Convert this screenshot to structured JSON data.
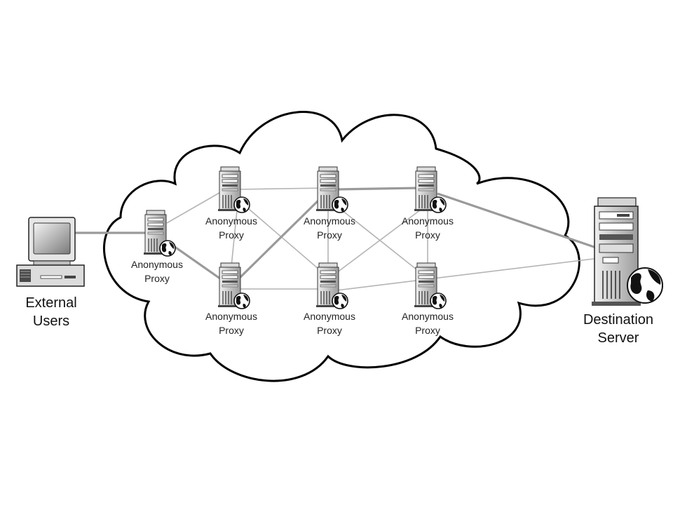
{
  "diagram": {
    "external_users": {
      "line1": "External",
      "line2": "Users"
    },
    "destination_server": {
      "line1": "Destination",
      "line2": "Server"
    },
    "proxies": [
      {
        "id": "p0",
        "line1": "Anonymous",
        "line2": "Proxy"
      },
      {
        "id": "p1",
        "line1": "Anonymous",
        "line2": "Proxy"
      },
      {
        "id": "p2",
        "line1": "Anonymous",
        "line2": "Proxy"
      },
      {
        "id": "p3",
        "line1": "Anonymous",
        "line2": "Proxy"
      },
      {
        "id": "p4",
        "line1": "Anonymous",
        "line2": "Proxy"
      },
      {
        "id": "p5",
        "line1": "Anonymous",
        "line2": "Proxy"
      },
      {
        "id": "p6",
        "line1": "Anonymous",
        "line2": "Proxy"
      }
    ],
    "colors": {
      "route_highlight": "#9a9a9a",
      "link": "#b4b4b4",
      "cloud_outline": "#000000"
    }
  }
}
